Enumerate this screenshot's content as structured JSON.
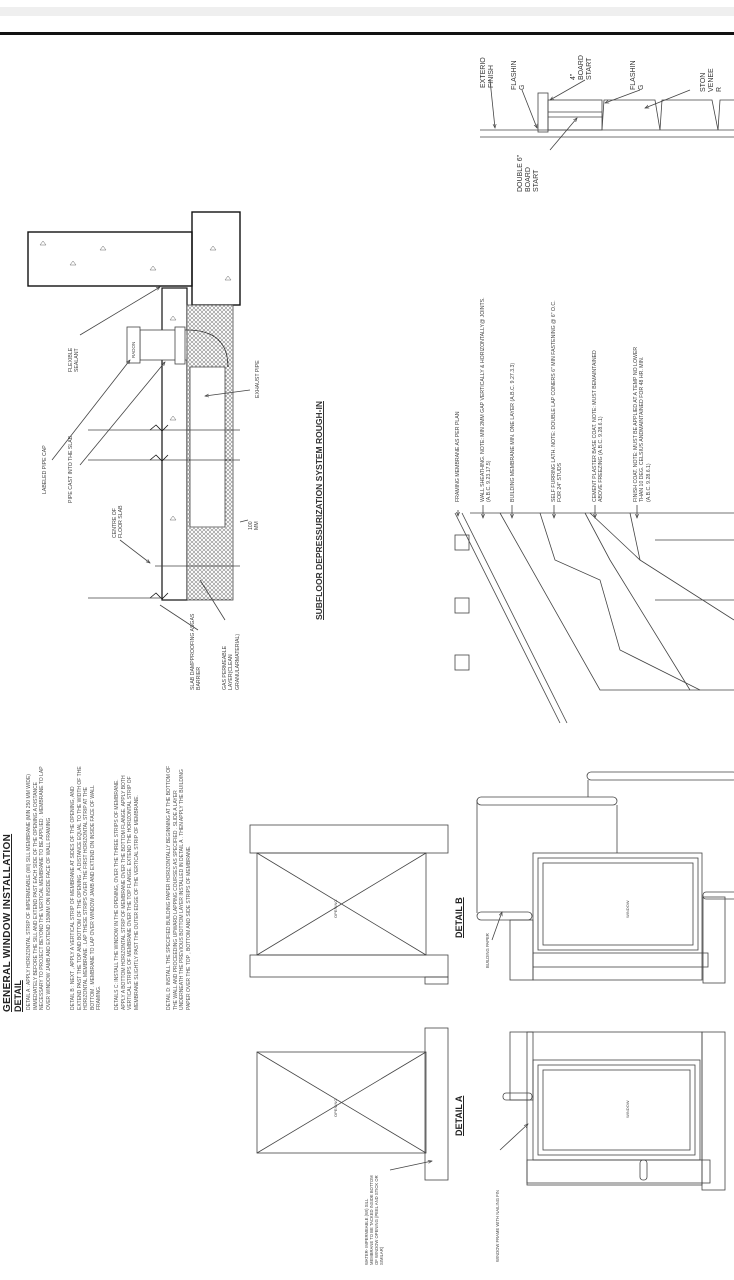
{
  "window_install": {
    "title": "GENERAL WINDOW INSTALLATION",
    "subtitle": "DETAIL",
    "paragraphs": [
      "DETAIL A : APPLY HORIZONTAL STRIP OF IMPERMEABLE (WI) SILL MEMBRANE (MIN 250 MM WIDE) IMMEDIATELY BEFORE THE SILL AND EXTEND PAST EACH SIDE OF THE OPENING A DISTANCE NECESSARY TO PROJECT BEYOND THE VERTICAL MEMBRANE TO BE APPLIED . MEMBRANE TO LAP OVER WINDOW JAMB AND EXTEND 150MM ON INSIDE FACE OF WALL FRAMING",
      "DETAIL B : NEXT , APPLY A VERTICAL STRIP OF MEMBRANE AT SIDES OF THE OPENING, AND EXTEND PAST THE TOP AND BOTTOM OF THE OPENING , A DISTANCE EQUAL TO THE WIDTH OF THE HORIZONTAL MEMBRANE . LAP THESE STRIPS OVER THE FIRST HORIZONTAL STRIP AT THE BOTTOM . MEMBRANE TO LAP OVER WINDOW JAMB AND EXTEND ON INSIDE FACE OF WALL FRAMING.",
      "DETAILS C: INSTALL THE WINDOW IN THE OPENING, OVER THE THREE STRIPS OF MEMBRANE. APPLY A BOTTOM HORIZONTAL STRIP OF MEMBRANE OVER THE BOTTOM FLANGE. APPLY BOTH VERTICAL STRIPS OF MEMBRANE OVER THE TOP FLANGE. EXTEND THE HORIZONTAL STRIP OF MEMBRANE SLIGHTLY PAST THE OUTER EDGE OF THE VERTICAL STRIP OF MEMBRANE.",
      "DETAIL D: INSTALL THE SPECIFIED BUILDING PAPER HORIZONTALLY BEGINNING AT THE BOTTOM OF THE WALL AND PROCEEDING UPWARD LAPPING COURSES AS SPECIFIED . SLIDE A LAYER UNDERNEATH THE PREVIOUS BOTTOM LAYER INSTALLED IN DETAIL A . THEN APPLY THE BUILDING PAPER OVER THE TOP , BOTTOM AND SIDE STRIPS OF MEMBRANE."
    ],
    "detail_a_label": "DETAIL A",
    "detail_b_label": "DETAIL B",
    "opening_label": "OPENING",
    "window_label": "WINDOW",
    "sill_membrane_note": "WATER- IMPERMEABLE (WI) SILL MEMBRANE TO BE TACKED INSIDE BOTTOM OF WINDOW OPENING (PEEL AND STICK OR SIMILAR)",
    "nailing_fin_note": "WINDOW FRAME WITH NAILING FIN",
    "building_paper_note": "BUILDING PAPER"
  },
  "radon": {
    "title": "SUBFLOOR DEPRESSURIZATION SYSTEM ROUGH-IN",
    "labels": {
      "flexible_sealant": "FLEXIBLE SEALANT",
      "labeled_pipe_cap": "LABELED PIPE CAP",
      "pipe_cast": "PIPE CAST INTO THE SLAB",
      "centre_slab": "CENTRE OF FLOOR SLAB",
      "radon": "RADON",
      "exhaust_pipe": "EXHAUST PIPE",
      "thickness": "100 MM",
      "dampproofing": "SLAB DAMPPROOFING ASGAS BARRIER",
      "gas_permeable": "GAS PERMEABLE LAYER(CLEAN GRANULARMATERIAL)"
    }
  },
  "stucco": {
    "labels": [
      "FRAMING MEMBRANE AS PER PLAN",
      "WALL SHEATHING. NOTE: MIN 2MM GAP VERTICALLY & HORIZONTALLY@ JOINTS. (A.B.C. 9.23.17.5)",
      "BUILDING MEMBRANE MIN. ONE LAYER (A.B.C. 9.27.3.3)",
      "SELF FURRING LATH. NOTE: DOUBLE LAP CONERS 6\" MIN FASTENING @ 6\" O.C. FOR 24\" STUDS",
      "CEMENT PLASTER BASE COAT. NOTE: MUST BEMAINTAINED ABOVE FREEZING (A.B.C. 9.28.6.1)",
      "FINISH COAT. NOTE: MUST BE APPLIED AT A TEMP NO LOWER THAN 10 DEG. CELSIUS ANDMAINTAINED FOR 48 HR. MIN. (A.B.C. 9.28.6.1)"
    ]
  },
  "stone": {
    "exterior_finish": "EXTERIO FINISH",
    "flashing_1": "FLASHIN G",
    "board_start": "4\" BOARD START",
    "flashing_2": "FLASHIN G",
    "stone_veneer": "STON VENEE R",
    "double_board": "DOUBLE 6\" BOARD START"
  }
}
